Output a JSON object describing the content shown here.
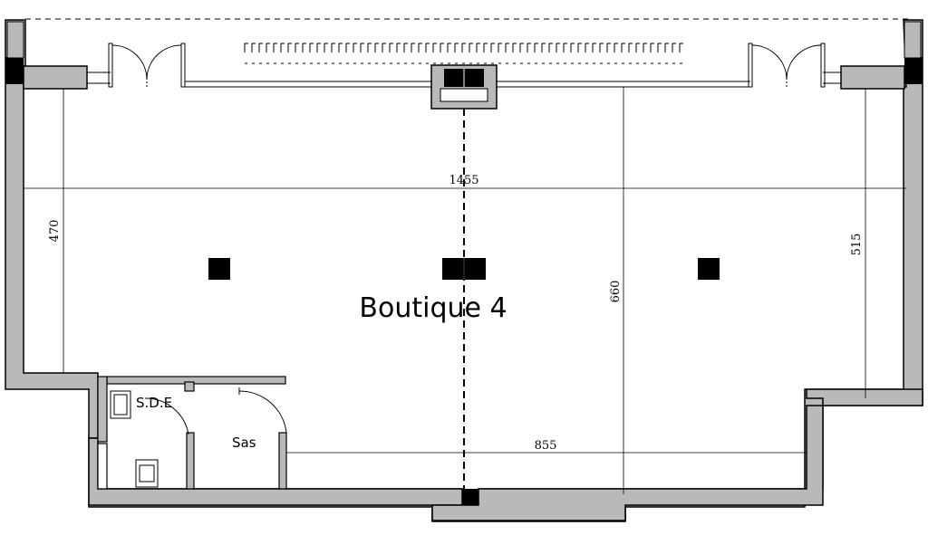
{
  "plan": {
    "title": "Boutique 4",
    "rooms": {
      "sde": "S.D.E",
      "sas": "Sas"
    },
    "dimensions": {
      "width_total": "1455",
      "left_height": "470",
      "right_height": "515",
      "depth_center": "660",
      "bottom_length": "855"
    }
  }
}
